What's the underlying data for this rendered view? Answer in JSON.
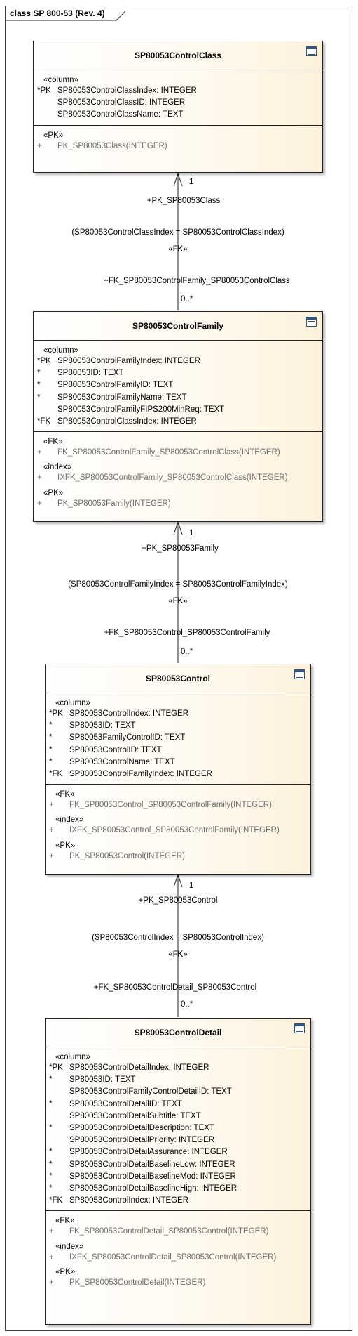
{
  "frame": {
    "title": "class SP 800-53 (Rev. 4)"
  },
  "classes": [
    {
      "name": "SP80053ControlClass",
      "column_stereotype": "«column»",
      "columns": [
        {
          "prefix": "*PK",
          "text": "SP80053ControlClassIndex: INTEGER"
        },
        {
          "prefix": "",
          "text": "SP80053ControlClassID: INTEGER"
        },
        {
          "prefix": "",
          "text": "SP80053ControlClassName: TEXT"
        }
      ],
      "operation_groups": [
        {
          "stereotype": "«PK»",
          "ops": [
            {
              "prefix": "+",
              "text": "PK_SP80053Class(INTEGER)"
            }
          ]
        }
      ]
    },
    {
      "name": "SP80053ControlFamily",
      "column_stereotype": "«column»",
      "columns": [
        {
          "prefix": "*PK",
          "text": "SP80053ControlFamilyIndex: INTEGER"
        },
        {
          "prefix": "*",
          "text": "SP80053ID: TEXT"
        },
        {
          "prefix": "*",
          "text": "SP80053ControlFamilyID: TEXT"
        },
        {
          "prefix": "*",
          "text": "SP80053ControlFamilyName: TEXT"
        },
        {
          "prefix": "",
          "text": "SP80053ControlFamilyFIPS200MinReq: TEXT"
        },
        {
          "prefix": "*FK",
          "text": "SP80053ControlClassIndex: INTEGER"
        }
      ],
      "operation_groups": [
        {
          "stereotype": "«FK»",
          "ops": [
            {
              "prefix": "+",
              "text": "FK_SP80053ControlFamily_SP80053ControlClass(INTEGER)"
            }
          ]
        },
        {
          "stereotype": "«index»",
          "ops": [
            {
              "prefix": "+",
              "text": "IXFK_SP80053ControlFamily_SP80053ControlClass(INTEGER)"
            }
          ]
        },
        {
          "stereotype": "«PK»",
          "ops": [
            {
              "prefix": "+",
              "text": "PK_SP80053Family(INTEGER)"
            }
          ]
        }
      ]
    },
    {
      "name": "SP80053Control",
      "column_stereotype": "«column»",
      "columns": [
        {
          "prefix": "*PK",
          "text": "SP80053ControlIndex: INTEGER"
        },
        {
          "prefix": "*",
          "text": "SP80053ID: TEXT"
        },
        {
          "prefix": "*",
          "text": "SP80053FamilyControlID: TEXT"
        },
        {
          "prefix": "*",
          "text": "SP80053ControlID: TEXT"
        },
        {
          "prefix": "*",
          "text": "SP80053ControlName: TEXT"
        },
        {
          "prefix": "*FK",
          "text": "SP80053ControlFamilyIndex: INTEGER"
        }
      ],
      "operation_groups": [
        {
          "stereotype": "«FK»",
          "ops": [
            {
              "prefix": "+",
              "text": "FK_SP80053Control_SP80053ControlFamily(INTEGER)"
            }
          ]
        },
        {
          "stereotype": "«index»",
          "ops": [
            {
              "prefix": "+",
              "text": "IXFK_SP80053Control_SP80053ControlFamily(INTEGER)"
            }
          ]
        },
        {
          "stereotype": "«PK»",
          "ops": [
            {
              "prefix": "+",
              "text": "PK_SP80053Control(INTEGER)"
            }
          ]
        }
      ]
    },
    {
      "name": "SP80053ControlDetail",
      "column_stereotype": "«column»",
      "columns": [
        {
          "prefix": "*PK",
          "text": "SP80053ControlDetailIndex: INTEGER"
        },
        {
          "prefix": "*",
          "text": "SP80053ID: TEXT"
        },
        {
          "prefix": "",
          "text": "SP80053ControlFamilyControlDetailID: TEXT"
        },
        {
          "prefix": "*",
          "text": "SP80053ControlDetailID: TEXT"
        },
        {
          "prefix": "",
          "text": "SP80053ControlDetailSubtitle: TEXT"
        },
        {
          "prefix": "*",
          "text": "SP80053ControlDetailDescription: TEXT"
        },
        {
          "prefix": "",
          "text": "SP80053ControlDetailPriority: INTEGER"
        },
        {
          "prefix": "*",
          "text": "SP80053ControlDetailAssurance: INTEGER"
        },
        {
          "prefix": "*",
          "text": "SP80053ControlDetailBaselineLow: INTEGER"
        },
        {
          "prefix": "*",
          "text": "SP80053ControlDetailBaselineMod: INTEGER"
        },
        {
          "prefix": "*",
          "text": "SP80053ControlDetailBaselineHigh: INTEGER"
        },
        {
          "prefix": "*FK",
          "text": "SP80053ControlIndex: INTEGER"
        }
      ],
      "operation_groups": [
        {
          "stereotype": "«FK»",
          "ops": [
            {
              "prefix": "+",
              "text": "FK_SP80053ControlDetail_SP80053Control(INTEGER)"
            }
          ]
        },
        {
          "stereotype": "«index»",
          "ops": [
            {
              "prefix": "+",
              "text": "IXFK_SP80053ControlDetail_SP80053Control(INTEGER)"
            }
          ]
        },
        {
          "stereotype": "«PK»",
          "ops": [
            {
              "prefix": "+",
              "text": "PK_SP80053ControlDetail(INTEGER)"
            }
          ]
        }
      ]
    }
  ],
  "relationships": [
    {
      "source_multiplicity": "1",
      "source_role": "+PK_SP80053Class",
      "constraint": "(SP80053ControlClassIndex = SP80053ControlClassIndex)",
      "stereotype": "«FK»",
      "target_role": "+FK_SP80053ControlFamily_SP80053ControlClass",
      "target_multiplicity": "0..*"
    },
    {
      "source_multiplicity": "1",
      "source_role": "+PK_SP80053Family",
      "constraint": "(SP80053ControlFamilyIndex = SP80053ControlFamilyIndex)",
      "stereotype": "«FK»",
      "target_role": "+FK_SP80053Control_SP80053ControlFamily",
      "target_multiplicity": "0..*"
    },
    {
      "source_multiplicity": "1",
      "source_role": "+PK_SP80053Control",
      "constraint": "(SP80053ControlIndex = SP80053ControlIndex)",
      "stereotype": "«FK»",
      "target_role": "+FK_SP80053ControlDetail_SP80053Control",
      "target_multiplicity": "0..*"
    }
  ]
}
